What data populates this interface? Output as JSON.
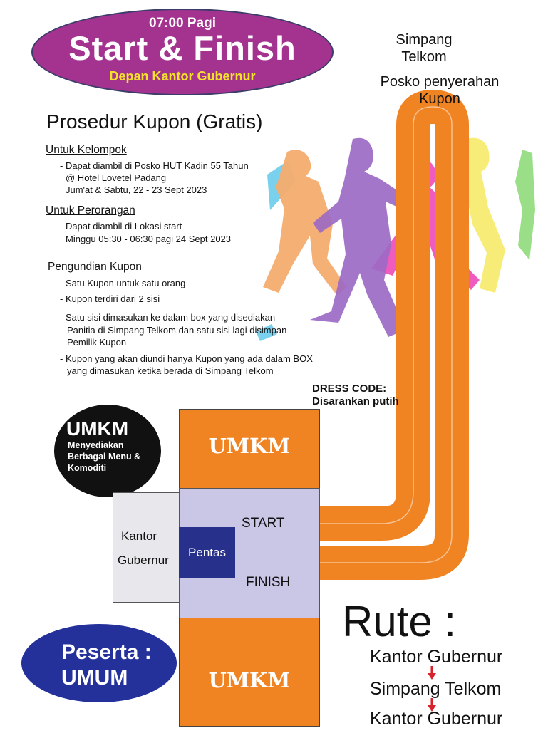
{
  "header": {
    "time": "07:00 Pagi",
    "title": "Start & Finish",
    "location": "Depan Kantor Gubernur"
  },
  "top_right": {
    "line1": "Simpang",
    "line2": "Telkom",
    "posko1": "Posko penyerahan",
    "posko2": "Kupon"
  },
  "procedure": {
    "title": "Prosedur Kupon (Gratis)",
    "group": {
      "heading": "Untuk Kelompok",
      "lines": [
        "- Dapat diambil di Posko HUT Kadin 55 Tahun",
        "@  Hotel Lovetel Padang",
        "Jum'at & Sabtu, 22 - 23 Sept 2023"
      ]
    },
    "individual": {
      "heading": "Untuk Perorangan",
      "lines": [
        "- Dapat diambil di Lokasi start",
        "Minggu 05:30 - 06:30 pagi 24 Sept 2023"
      ]
    },
    "draw": {
      "heading": "Pengundian Kupon",
      "lines": [
        "- Satu Kupon untuk satu orang",
        "- Kupon terdiri dari 2 sisi",
        "- Satu sisi dimasukan ke dalam box yang disediakan",
        "Panitia di Simpang Telkom dan satu sisi lagi disimpan",
        "Pemilik Kupon",
        "- Kupon yang akan diundi hanya Kupon yang ada dalam BOX",
        "yang dimasukan ketika berada di Simpang Telkom"
      ]
    }
  },
  "dress_code": {
    "line1": "DRESS CODE:",
    "line2": "Disarankan putih"
  },
  "umkm_circle": {
    "title": "UMKM",
    "sub1": "Menyediakan",
    "sub2": "Berbagai Menu &",
    "sub3": "Komoditi"
  },
  "map": {
    "umkm_top": "UMKM",
    "umkm_bottom": "UMKM",
    "kantor1": "Kantor",
    "kantor2": "Gubernur",
    "pentas": "Pentas",
    "start": "START",
    "finish": "FINISH"
  },
  "peserta": {
    "line1": "Peserta :",
    "line2": "UMUM"
  },
  "route": {
    "title": "Rute :",
    "stops": [
      "Kantor Gubernur",
      "Simpang Telkom",
      "Kantor Gubernur"
    ]
  },
  "colors": {
    "orange": "#f08322",
    "purple_ellipse": "#a3338f",
    "navy": "#25319a",
    "stage": "#c9c6e6",
    "arrow": "#d8222a"
  }
}
